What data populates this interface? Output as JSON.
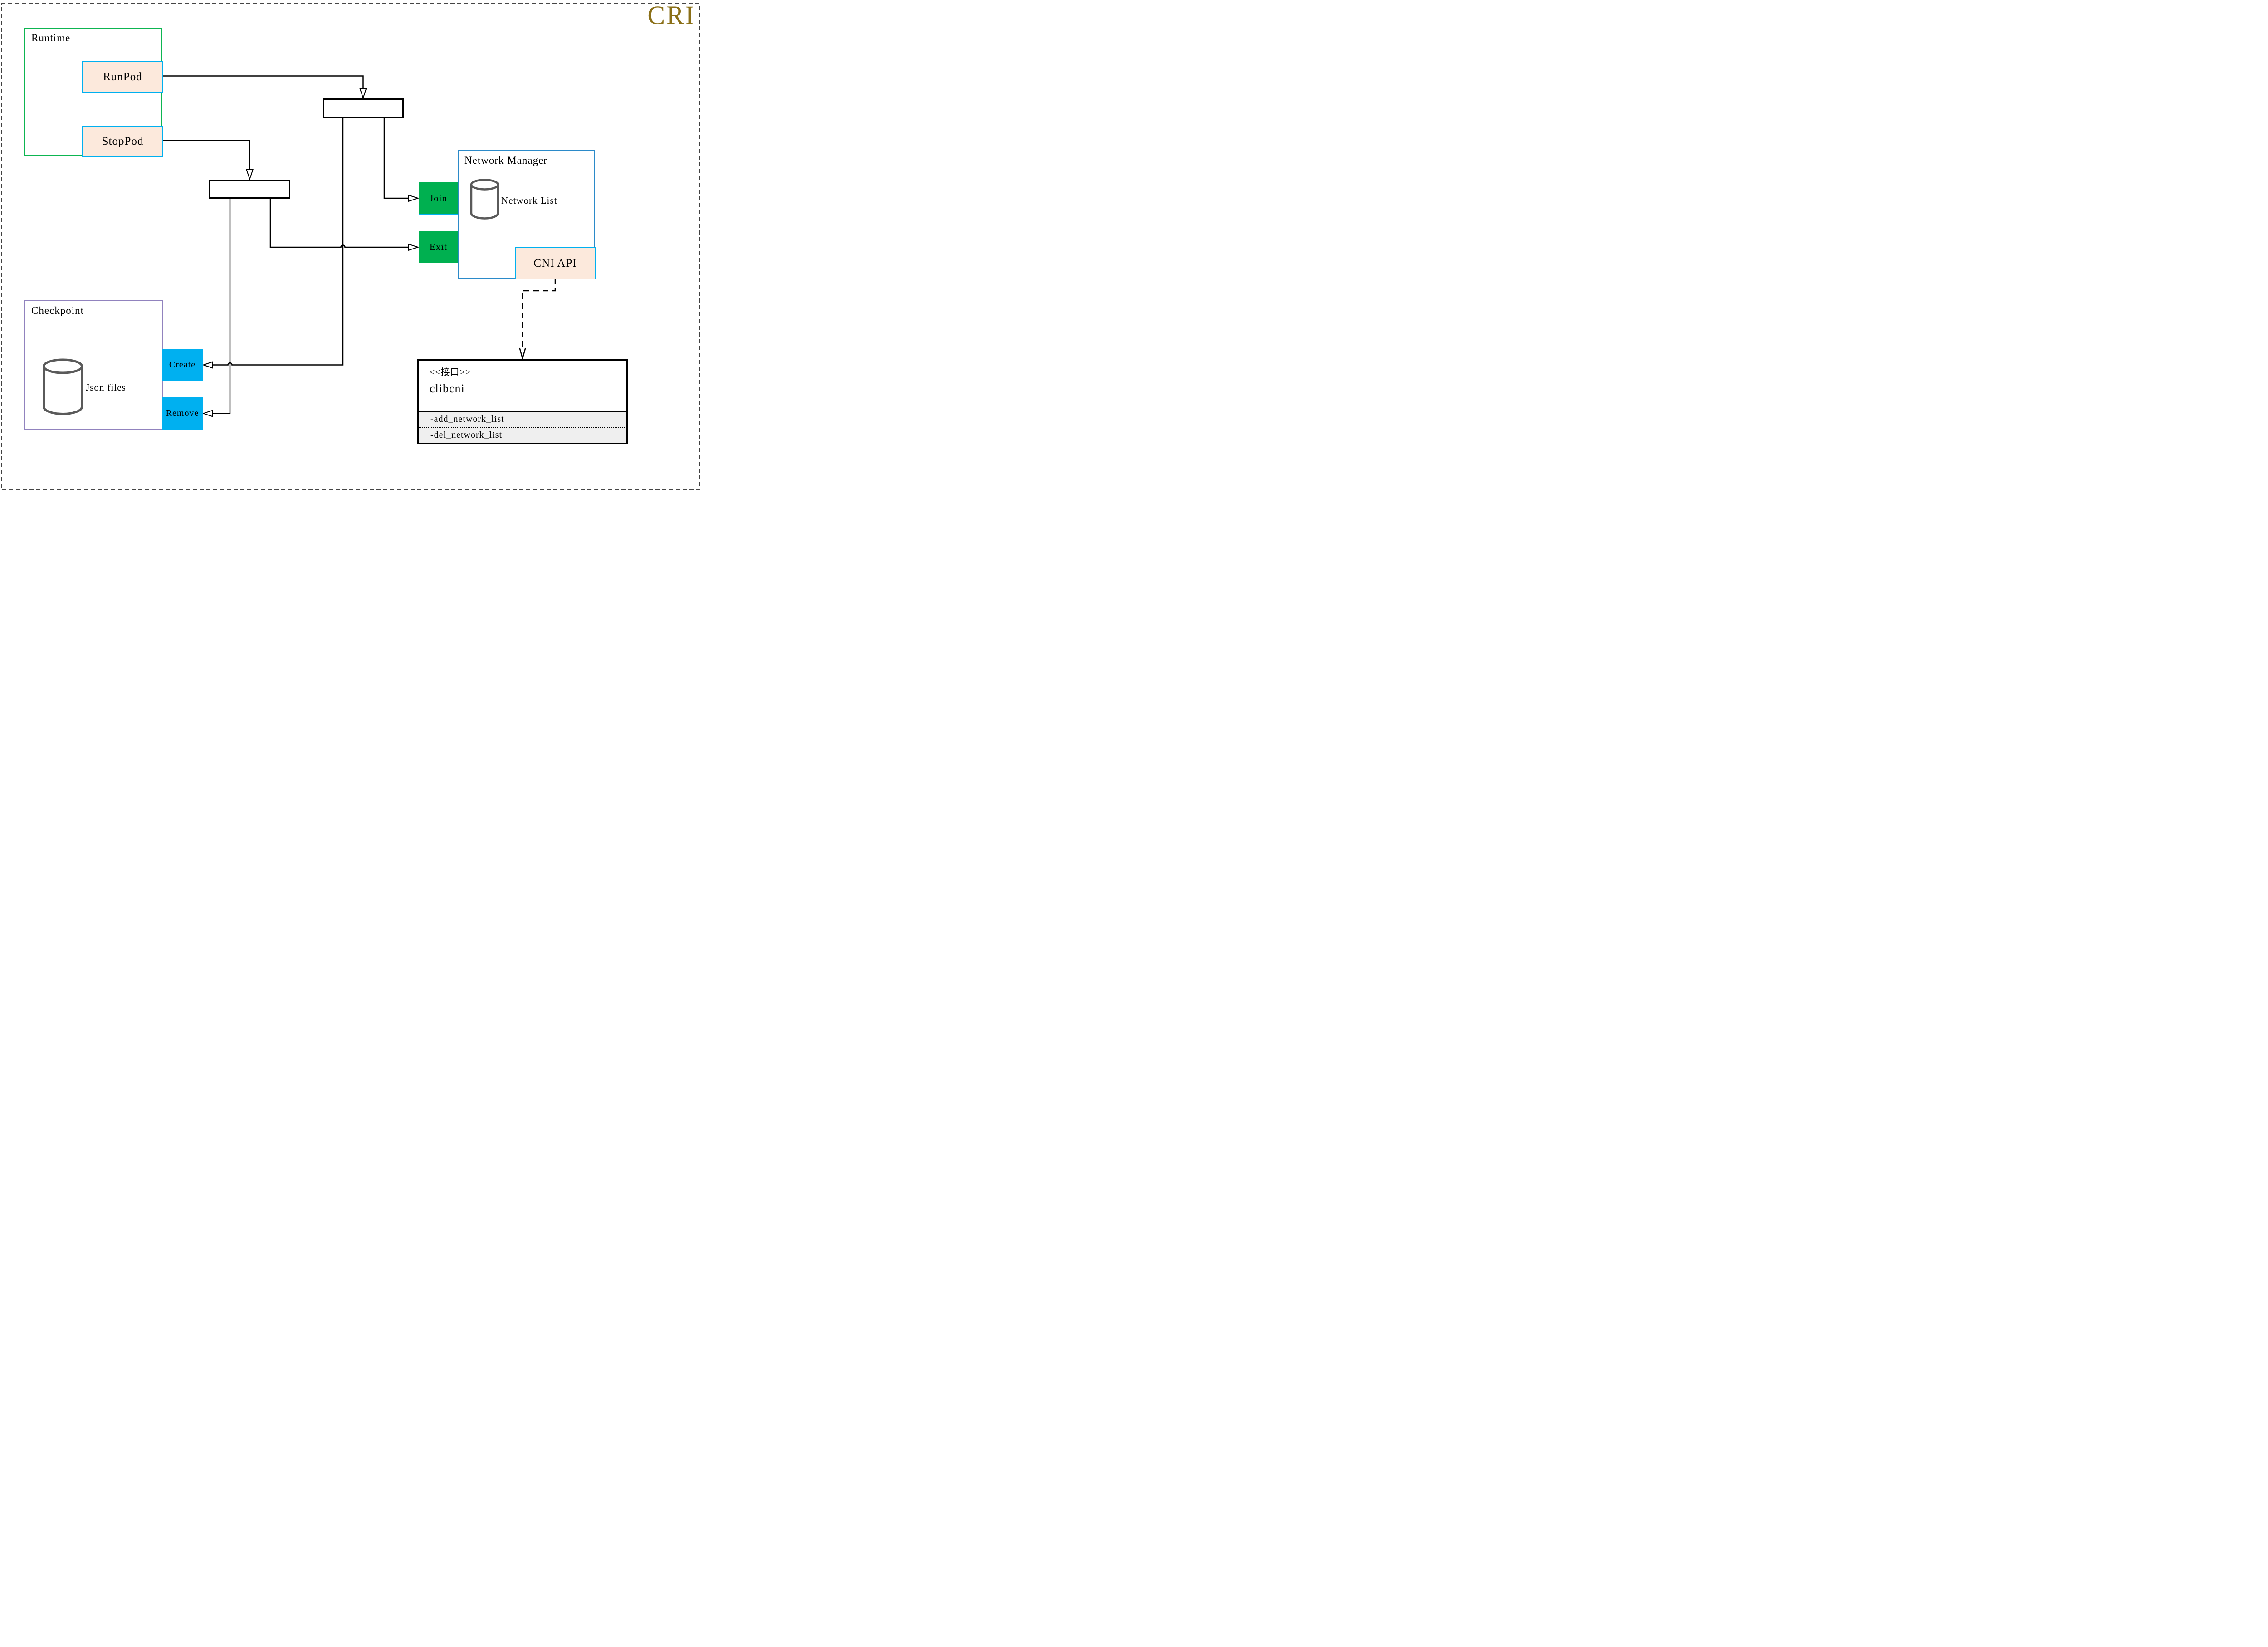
{
  "badge": {
    "label": "CRI",
    "color": "#8a6f17"
  },
  "runtime": {
    "title": "Runtime",
    "run_pod": "RunPod",
    "stop_pod": "StopPod"
  },
  "network_manager": {
    "title": "Network Manager",
    "datastore_label": "Network List",
    "join": "Join",
    "exit": "Exit",
    "cni_api": "CNI API"
  },
  "checkpoint": {
    "title": "Checkpoint",
    "datastore_label": "Json files",
    "create": "Create",
    "remove": "Remove"
  },
  "clibcni": {
    "stereotype": "<<接口>>",
    "name": "clibcni",
    "methods": [
      "-add_network_list",
      "-del_network_list"
    ]
  },
  "colors": {
    "runtime_border": "#0db551",
    "checkpoint_border": "#9183be",
    "network_manager_border": "#2b8ac9",
    "action_fill_peach": "#fce9dc",
    "action_border_cyan": "#00b0f0",
    "join_exit_fill": "#00b050",
    "create_remove_fill": "#00b0f0",
    "interface_section_fill": "#efefef",
    "badge_color": "#8a6f17",
    "cylinder_stroke": "#5a5a5a",
    "line_color": "#000000"
  }
}
